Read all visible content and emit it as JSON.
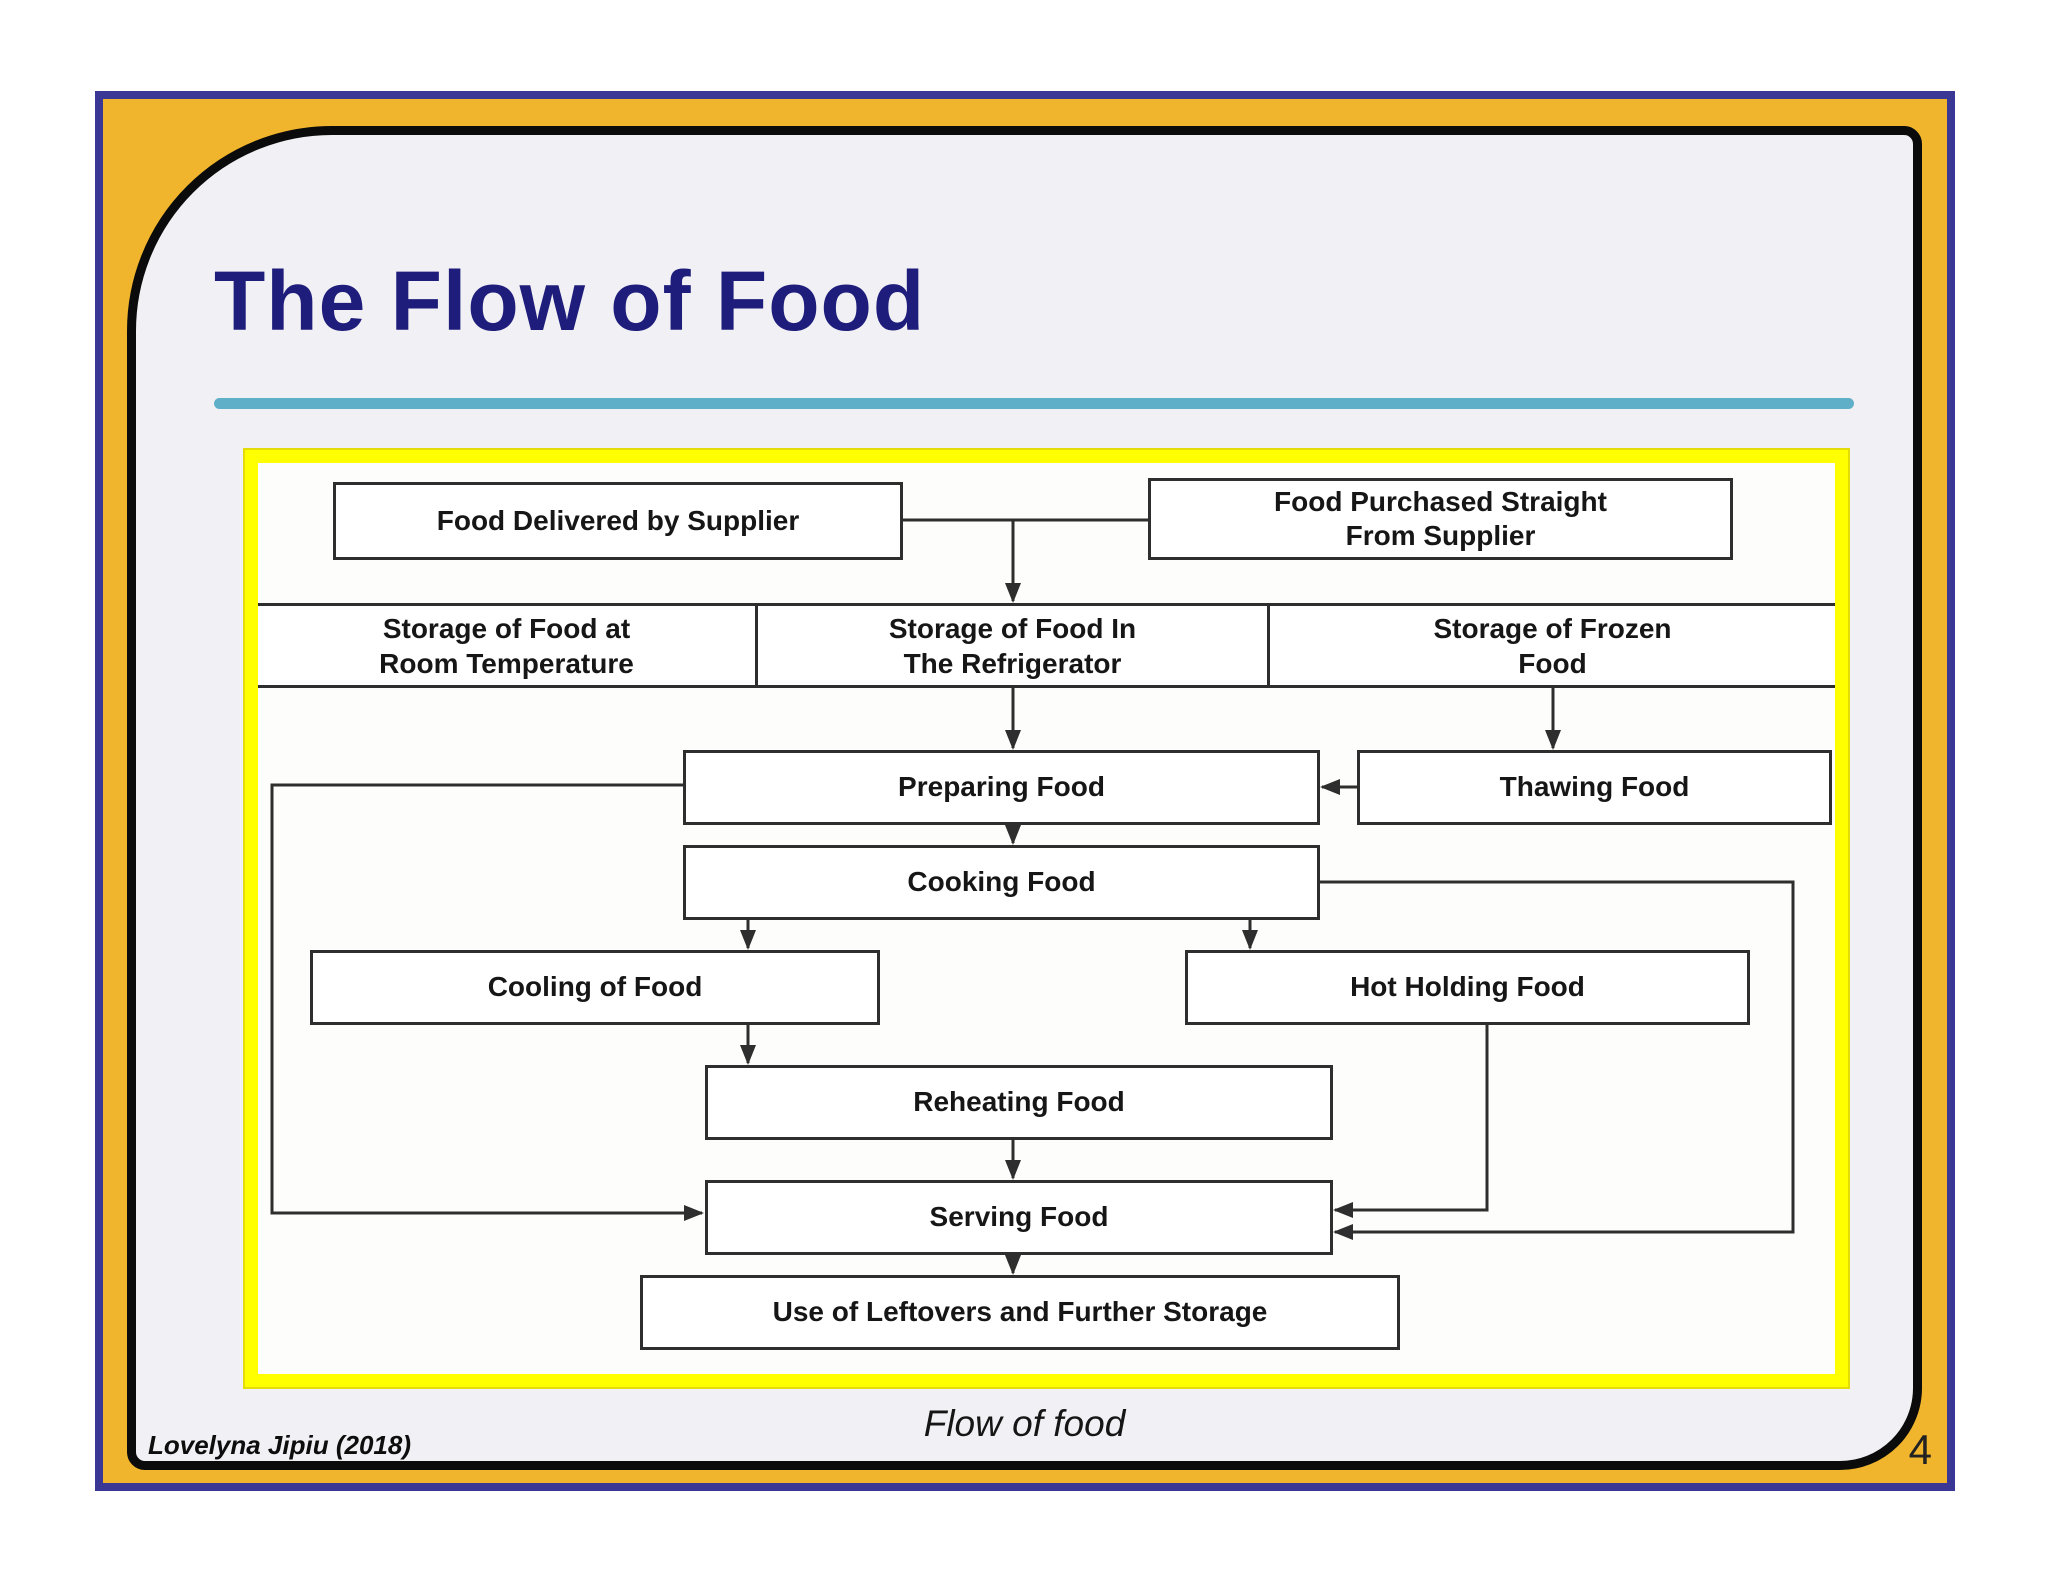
{
  "slide": {
    "title": "The Flow of Food",
    "caption": "Flow of food",
    "credit": "Lovelyna Jipiu (2018)",
    "page_number": "4"
  },
  "colors": {
    "frame_blue": "#3a3795",
    "frame_gold": "#f0b52c",
    "frame_black": "#0b0b0b",
    "slide_background": "#f1f0f4",
    "title_navy": "#1e1d7b",
    "rule_teal": "#5fafc8",
    "diagram_border_yellow": "#ffff00",
    "diagram_background": "#fdfdfb",
    "flow_line_dark": "#2e2e2e"
  },
  "flowchart": {
    "type": "flowchart",
    "nodes": [
      {
        "id": "delivered",
        "lines": [
          "Food Delivered by Supplier"
        ]
      },
      {
        "id": "purchased",
        "lines": [
          "Food Purchased Straight",
          "From Supplier"
        ]
      },
      {
        "id": "storage-room",
        "lines": [
          "Storage of Food at",
          "Room Temperature"
        ]
      },
      {
        "id": "storage-fridge",
        "lines": [
          "Storage of Food In",
          "The Refrigerator"
        ]
      },
      {
        "id": "storage-frozen",
        "lines": [
          "Storage of Frozen",
          "Food"
        ]
      },
      {
        "id": "preparing",
        "lines": [
          "Preparing Food"
        ]
      },
      {
        "id": "thawing",
        "lines": [
          "Thawing Food"
        ]
      },
      {
        "id": "cooking",
        "lines": [
          "Cooking Food"
        ]
      },
      {
        "id": "cooling",
        "lines": [
          "Cooling of Food"
        ]
      },
      {
        "id": "hot-holding",
        "lines": [
          "Hot Holding Food"
        ]
      },
      {
        "id": "reheating",
        "lines": [
          "Reheating Food"
        ]
      },
      {
        "id": "serving",
        "lines": [
          "Serving Food"
        ]
      },
      {
        "id": "leftovers",
        "lines": [
          "Use of Leftovers and Further Storage"
        ]
      }
    ],
    "edges": [
      {
        "from": "delivered",
        "to": "storage-fridge"
      },
      {
        "from": "purchased",
        "to": "storage-fridge"
      },
      {
        "from": "storage-fridge",
        "to": "preparing"
      },
      {
        "from": "storage-frozen",
        "to": "thawing"
      },
      {
        "from": "thawing",
        "to": "preparing"
      },
      {
        "from": "preparing",
        "to": "cooking"
      },
      {
        "from": "preparing",
        "to": "serving"
      },
      {
        "from": "cooking",
        "to": "cooling"
      },
      {
        "from": "cooking",
        "to": "hot-holding"
      },
      {
        "from": "cooking",
        "to": "serving"
      },
      {
        "from": "cooling",
        "to": "reheating"
      },
      {
        "from": "hot-holding",
        "to": "serving"
      },
      {
        "from": "reheating",
        "to": "serving"
      },
      {
        "from": "serving",
        "to": "leftovers"
      }
    ]
  }
}
